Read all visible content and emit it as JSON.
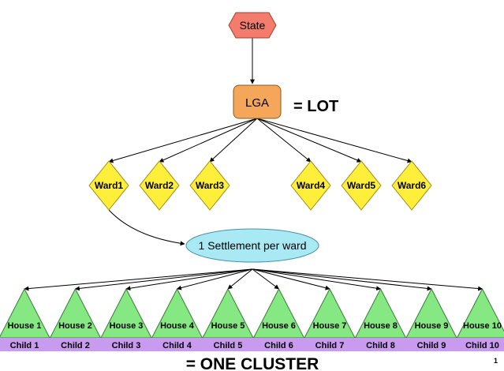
{
  "nodes": {
    "state": {
      "label": "State",
      "color": "#f47c6c"
    },
    "lga": {
      "label": "LGA",
      "color": "#f4a65a",
      "annotation": "= LOT"
    },
    "wards": {
      "color": "#ffef3a",
      "items": [
        {
          "label": "Ward1"
        },
        {
          "label": "Ward2"
        },
        {
          "label": "Ward3"
        },
        {
          "label": "Ward4"
        },
        {
          "label": "Ward5"
        },
        {
          "label": "Ward6"
        }
      ]
    },
    "settlement": {
      "label": "1 Settlement per ward",
      "color": "#a9e9f3"
    },
    "houses": {
      "color": "#86e883",
      "items": [
        {
          "label": "House 1"
        },
        {
          "label": "House 2"
        },
        {
          "label": "House 3"
        },
        {
          "label": "House 4"
        },
        {
          "label": "House 5"
        },
        {
          "label": "House 6"
        },
        {
          "label": "House 7"
        },
        {
          "label": "House 8"
        },
        {
          "label": "House 9"
        },
        {
          "label": "House 10"
        }
      ]
    },
    "children": {
      "color": "#c89af0",
      "items": [
        {
          "label": "Child 1"
        },
        {
          "label": "Child 2"
        },
        {
          "label": "Child 3"
        },
        {
          "label": "Child 4"
        },
        {
          "label": "Child 5"
        },
        {
          "label": "Child 6"
        },
        {
          "label": "Child 7"
        },
        {
          "label": "Child 8"
        },
        {
          "label": "Child 9"
        },
        {
          "label": "Child 10"
        }
      ]
    }
  },
  "cluster_annotation": "=  ONE CLUSTER",
  "page_mark": "1"
}
